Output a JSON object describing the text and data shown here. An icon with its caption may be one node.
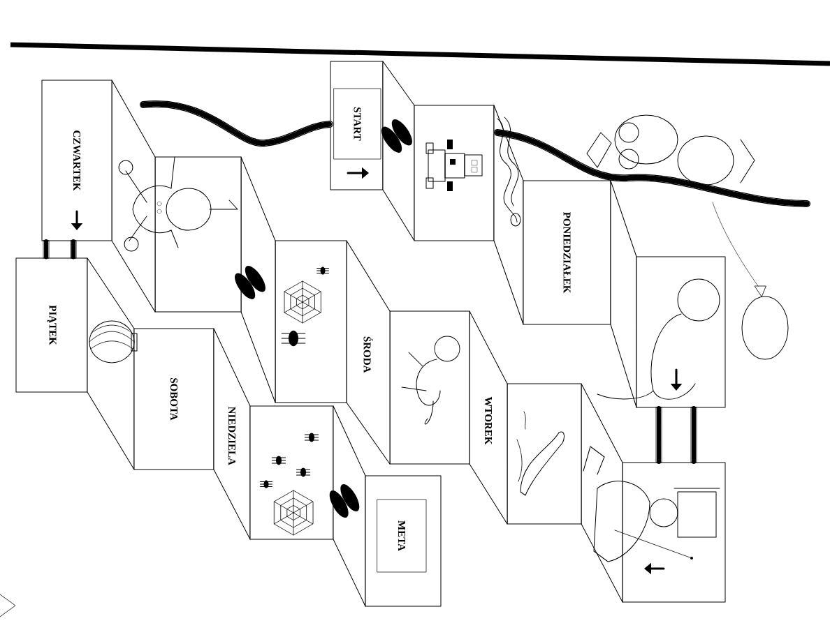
{
  "diagram": {
    "nodes": [
      {
        "text": [],
        "shape": "box"
      },
      {
        "text": [
          "START"
        ],
        "in": 0
      },
      {
        "text": [],
        "shape": "parallelogram"
      },
      {
        "text": [],
        "shape": "box"
      },
      {
        "text": [],
        "shape": "parallelogram"
      },
      {
        "text": [
          "PONIEDZIAŁEK"
        ]
      },
      {
        "text": [],
        "shape": "parallelogram"
      },
      {
        "text": [],
        "shape": "box"
      },
      {
        "text": [],
        "shape": "box"
      },
      {
        "text": [],
        "shape": "parallelogram"
      },
      {
        "text": [],
        "shape": "box"
      },
      {
        "text": [
          "WTOREK"
        ]
      },
      {
        "text": [],
        "shape": "box"
      },
      {
        "text": [
          "ŚRODA"
        ]
      },
      {
        "text": [],
        "shape": "box"
      },
      {
        "text": [],
        "shape": "parallelogram"
      },
      {
        "text": [],
        "shape": "box"
      },
      {
        "text": [],
        "shape": "parallelogram"
      },
      {
        "text": [
          "CZWARTEK"
        ]
      },
      {
        "text": [
          "PIĄTEK"
        ]
      },
      {
        "text": [],
        "shape": "parallelogram"
      },
      {
        "text": [
          "SOBOTA"
        ]
      },
      {
        "text": [
          "NIEDZIELA"
        ]
      },
      {
        "text": [],
        "shape": "box"
      },
      {
        "text": [],
        "shape": "parallelogram"
      },
      {
        "text": [],
        "shape": "box"
      },
      {
        "text": [
          "META"
        ],
        "in": 25
      }
    ]
  }
}
